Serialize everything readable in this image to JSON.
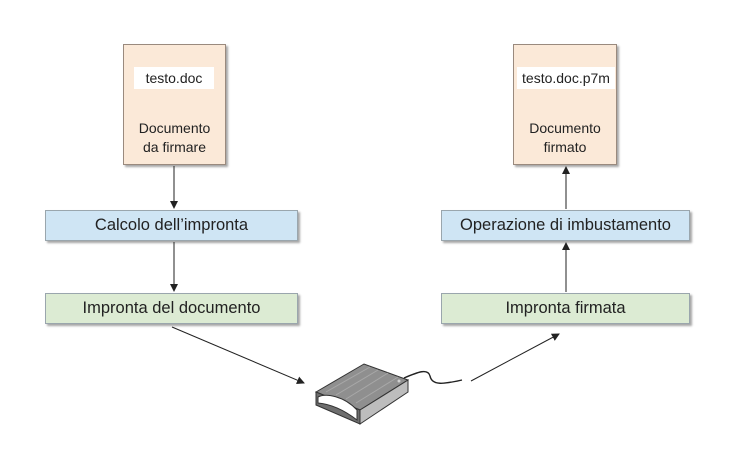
{
  "left": {
    "file_name": "testo.doc",
    "doc_caption_line1": "Documento",
    "doc_caption_line2": "da firmare",
    "step1": "Calcolo dell’impronta",
    "step2": "Impronta del documento"
  },
  "right": {
    "file_name": "testo.doc.p7m",
    "doc_caption_line1": "Documento",
    "doc_caption_line2": "firmato",
    "step1": "Operazione di imbustamento",
    "step2": "Impronta firmata"
  },
  "device": {
    "icon": "smart-card-reader-icon"
  },
  "colors": {
    "doc_fill": "#fbe9d8",
    "blue_box": "#cfe5f4",
    "green_box": "#dcebd3"
  }
}
